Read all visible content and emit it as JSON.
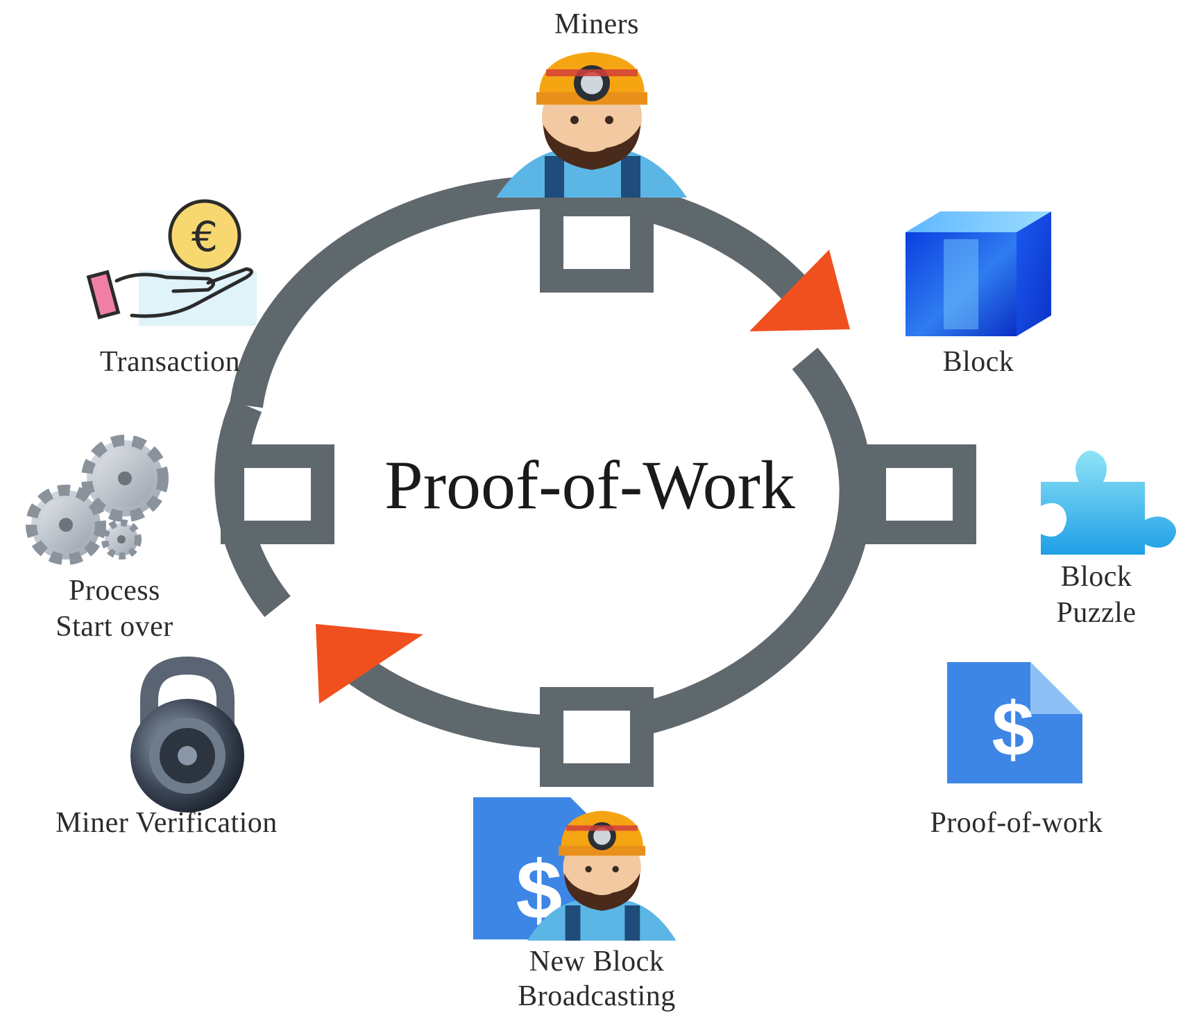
{
  "title": "Proof-of-Work",
  "steps": {
    "miners": "Miners",
    "block": "Block",
    "block_puzzle_l1": "Block",
    "block_puzzle_l2": "Puzzle",
    "proof_of_work": "Proof-of-work",
    "new_block_l1": "New Block",
    "new_block_l2": "Broadcasting",
    "miner_verification": "Miner Verification",
    "process_l1": "Process",
    "process_l2": "Start over",
    "transaction": "Transaction"
  },
  "icons": {
    "miner": "miner-icon",
    "block": "cube-icon",
    "puzzle": "puzzle-piece-icon",
    "document": "dollar-document-icon",
    "lock": "combination-lock-icon",
    "gears": "gears-icon",
    "transaction": "coin-hand-icon",
    "euro_symbol": "€",
    "dollar_symbol": "$"
  },
  "colors": {
    "ring": "#5f686d",
    "arrow": "#f0501e",
    "node_fill": "#ffffff"
  }
}
